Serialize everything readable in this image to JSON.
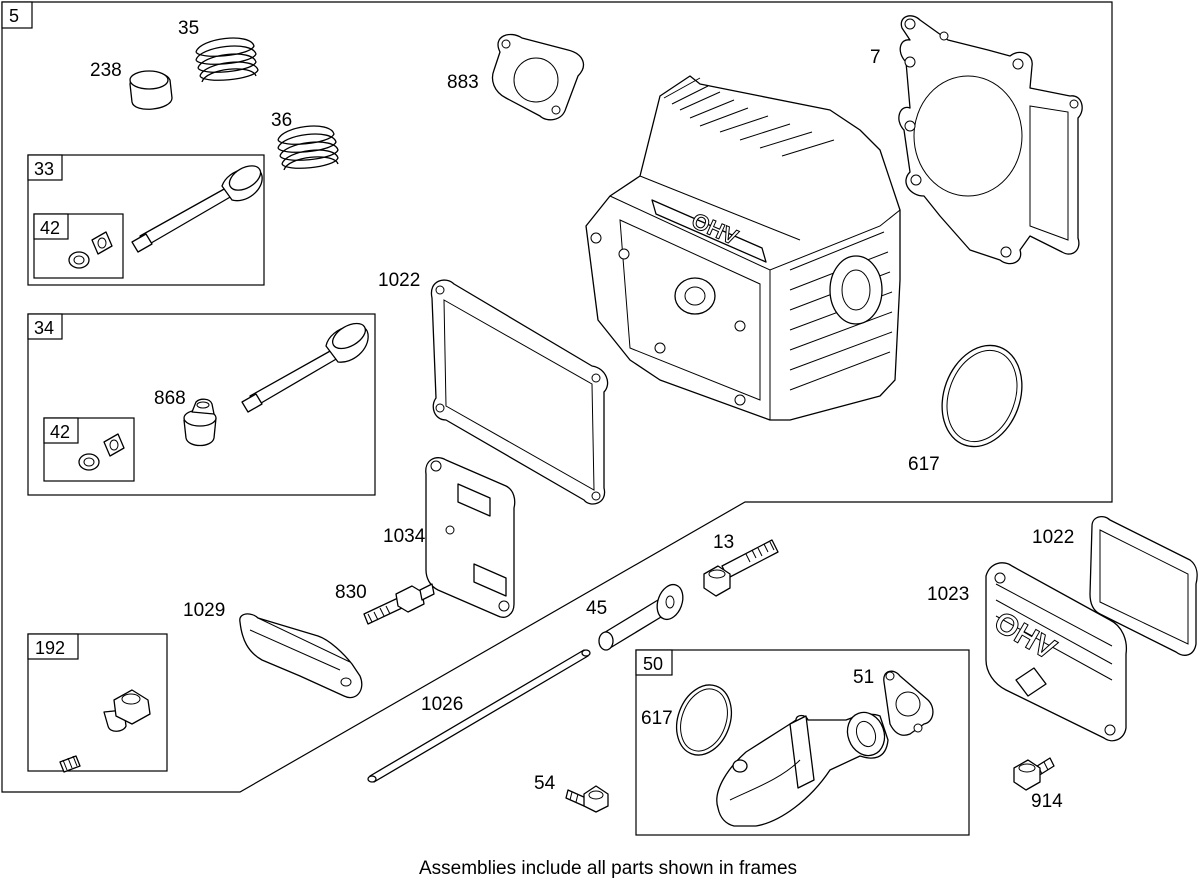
{
  "caption": "Assemblies include all parts shown in frames",
  "frames": {
    "main": "5",
    "valve_a": "33",
    "keeper_a": "42",
    "valve_b": "34",
    "keeper_b": "42",
    "stud_kit": "192",
    "intake_kit": "50"
  },
  "parts": {
    "p238": "238",
    "p35": "35",
    "p36": "36",
    "p883": "883",
    "p7": "7",
    "p1022a": "1022",
    "p868": "868",
    "p617a": "617",
    "p1034": "1034",
    "p830": "830",
    "p13": "13",
    "p1029": "1029",
    "p45": "45",
    "p1022b": "1022",
    "p1023": "1023",
    "p51": "51",
    "p617b": "617",
    "p1026": "1026",
    "p54": "54",
    "p914": "914"
  },
  "emblem": "OHV"
}
